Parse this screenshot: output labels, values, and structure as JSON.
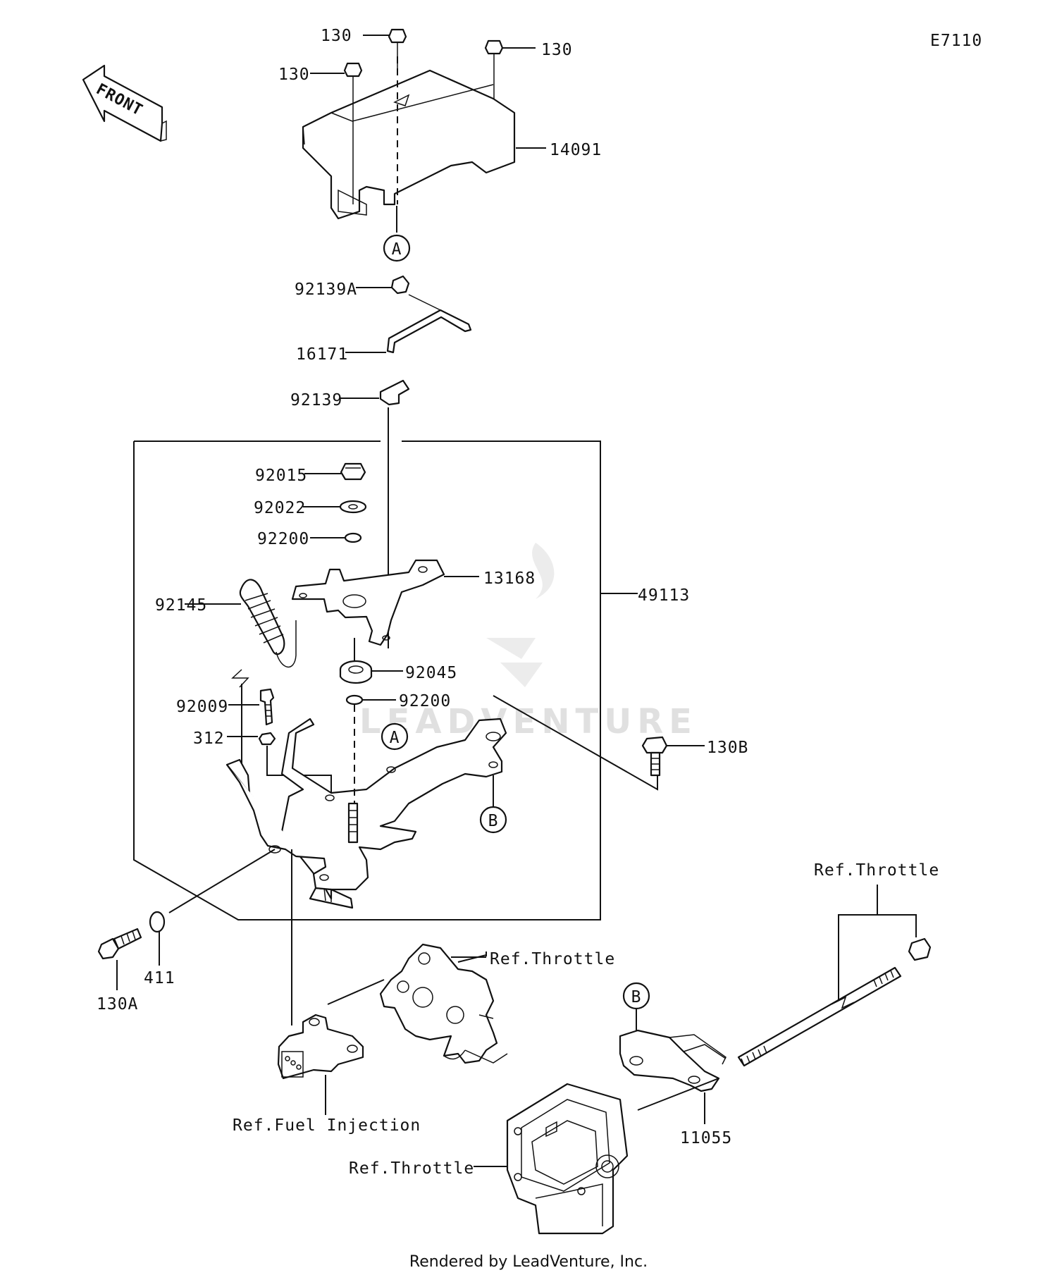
{
  "diagram_code": "E7110",
  "front_arrow": "FRONT",
  "footer": "Rendered by LeadVenture, Inc.",
  "watermark": "LEADVENTURE",
  "callouts": {
    "a1": "A",
    "a2": "A",
    "b1": "B",
    "b2": "B"
  },
  "parts": {
    "p130_top": "130",
    "p130_left": "130",
    "p130_right": "130",
    "p14091": "14091",
    "p92139A": "92139A",
    "p16171": "16171",
    "p92139": "92139",
    "p92015": "92015",
    "p92022": "92022",
    "p92200_a": "92200",
    "p13168": "13168",
    "p49113": "49113",
    "p92145": "92145",
    "p92045": "92045",
    "p92200_b": "92200",
    "p92009": "92009",
    "p312": "312",
    "p130B": "130B",
    "p130A": "130A",
    "p411": "411",
    "p11055": "11055"
  },
  "references": {
    "throttle_upper_right": "Ref.Throttle",
    "throttle_body": "Ref.Throttle",
    "throttle_lower": "Ref.Throttle",
    "fuel_injection": "Ref.Fuel Injection"
  }
}
